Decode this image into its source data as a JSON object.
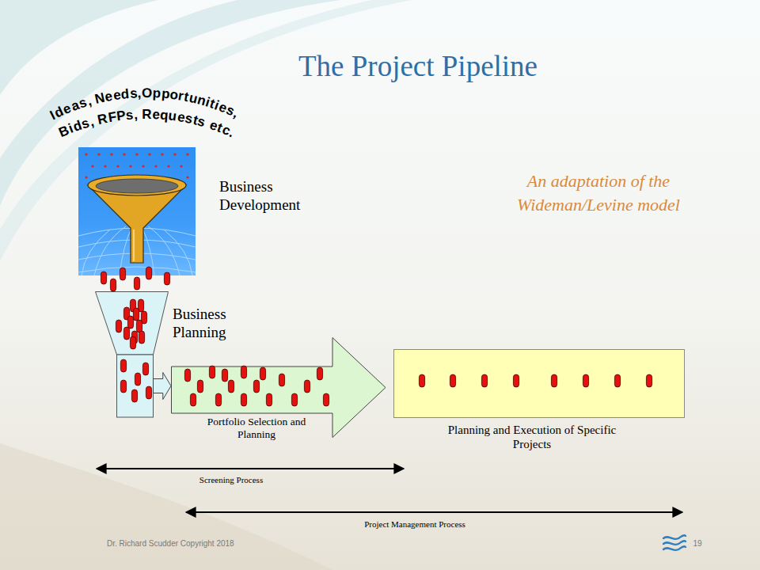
{
  "diagram": {
    "title": "The Project Pipeline",
    "nodes": [
      {
        "text": [
          "Business Development"
        ]
      },
      {
        "text": [
          "Business Planning"
        ]
      },
      {
        "text": [
          "Portfolio Selection and Planning"
        ]
      },
      {
        "text": [
          "Planning and Execution of Specific Projects"
        ]
      }
    ],
    "edges": [
      {
        "from": 1,
        "to": 2,
        "arrow": "to"
      }
    ],
    "labels": [
      "Ideas, Needs,Opportunities, Bids, RFPs, Requests etc.",
      "An adaptation of the Wideman/Levine model",
      "Screening Process",
      "Project Management Process",
      "Dr. Richard Scudder Copyright 2018",
      "19"
    ]
  }
}
